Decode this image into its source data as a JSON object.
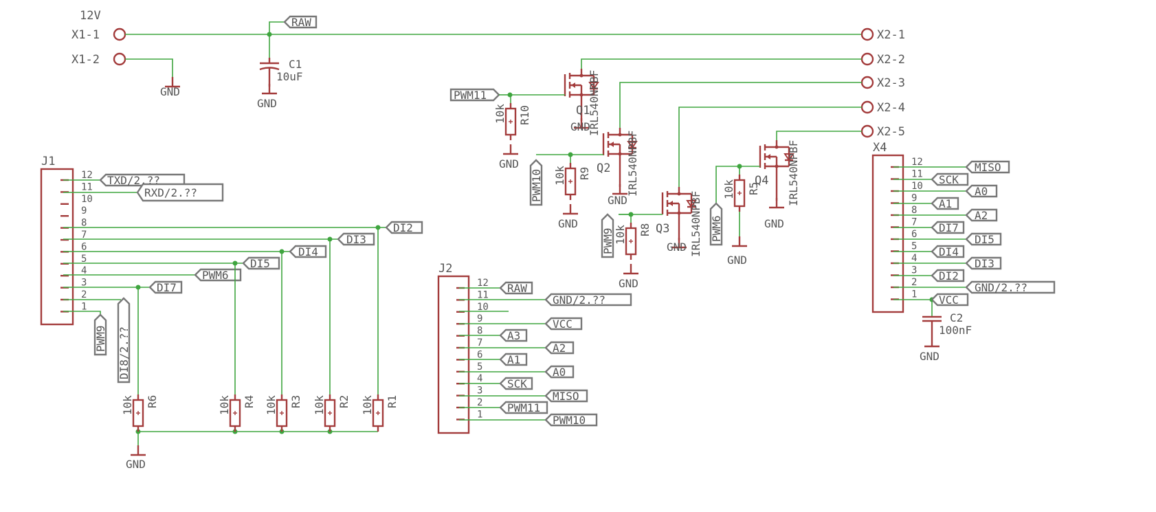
{
  "schematic": {
    "supply": {
      "voltage": "12V",
      "X1_1": "X1-1",
      "X1_2": "X1-2"
    },
    "gnd": "GND",
    "raw": "RAW",
    "c1": {
      "name": "C1",
      "value": "10uF"
    },
    "c2": {
      "name": "C2",
      "value": "100nF"
    },
    "x2": [
      "X2-1",
      "X2-2",
      "X2-3",
      "X2-4",
      "X2-5"
    ],
    "mosfets": {
      "part": "IRL540NPBF",
      "q1": "Q1",
      "q2": "Q2",
      "q3": "Q3",
      "q4": "Q4"
    },
    "resistor_value": "10k",
    "res": {
      "r1": "R1",
      "r2": "R2",
      "r3": "R3",
      "r4": "R4",
      "r5": "R5",
      "r6": "R6",
      "r8": "R8",
      "r9": "R9",
      "r10": "R10"
    },
    "pwm": {
      "p6": "PWM6",
      "p9": "PWM9",
      "p10": "PWM10",
      "p11": "PWM11"
    },
    "j1": {
      "name": "J1",
      "pins": [
        "12",
        "11",
        "10",
        "9",
        "8",
        "7",
        "6",
        "5",
        "4",
        "3",
        "2",
        "1"
      ],
      "labels": {
        "txd": "TXD/2.??",
        "rxd": "RXD/2.??",
        "di2": "DI2",
        "di3": "DI3",
        "di4": "DI4",
        "di5": "DI5",
        "pwm6": "PWM6",
        "di7": "DI7",
        "di8": "DI8/2.??",
        "pwm9": "PWM9"
      }
    },
    "j2": {
      "name": "J2",
      "pins": [
        "12",
        "11",
        "10",
        "9",
        "8",
        "7",
        "6",
        "5",
        "4",
        "3",
        "2",
        "1"
      ],
      "labels": {
        "raw": "RAW",
        "gnd": "GND/2.??",
        "vcc": "VCC",
        "a3": "A3",
        "a2": "A2",
        "a1": "A1",
        "a0": "A0",
        "sck": "SCK",
        "miso": "MISO",
        "pwm11": "PWM11",
        "pwm10": "PWM10"
      }
    },
    "x4": {
      "name": "X4",
      "pins": [
        "12",
        "11",
        "10",
        "9",
        "8",
        "7",
        "6",
        "5",
        "4",
        "3",
        "2",
        "1"
      ],
      "labels": {
        "miso": "MISO",
        "sck": "SCK",
        "a0": "A0",
        "a1": "A1",
        "a2": "A2",
        "di7": "DI7",
        "di5": "DI5",
        "di4": "DI4",
        "di3": "DI3",
        "di2": "DI2",
        "gnd": "GND/2.??",
        "vcc": "VCC"
      }
    }
  }
}
